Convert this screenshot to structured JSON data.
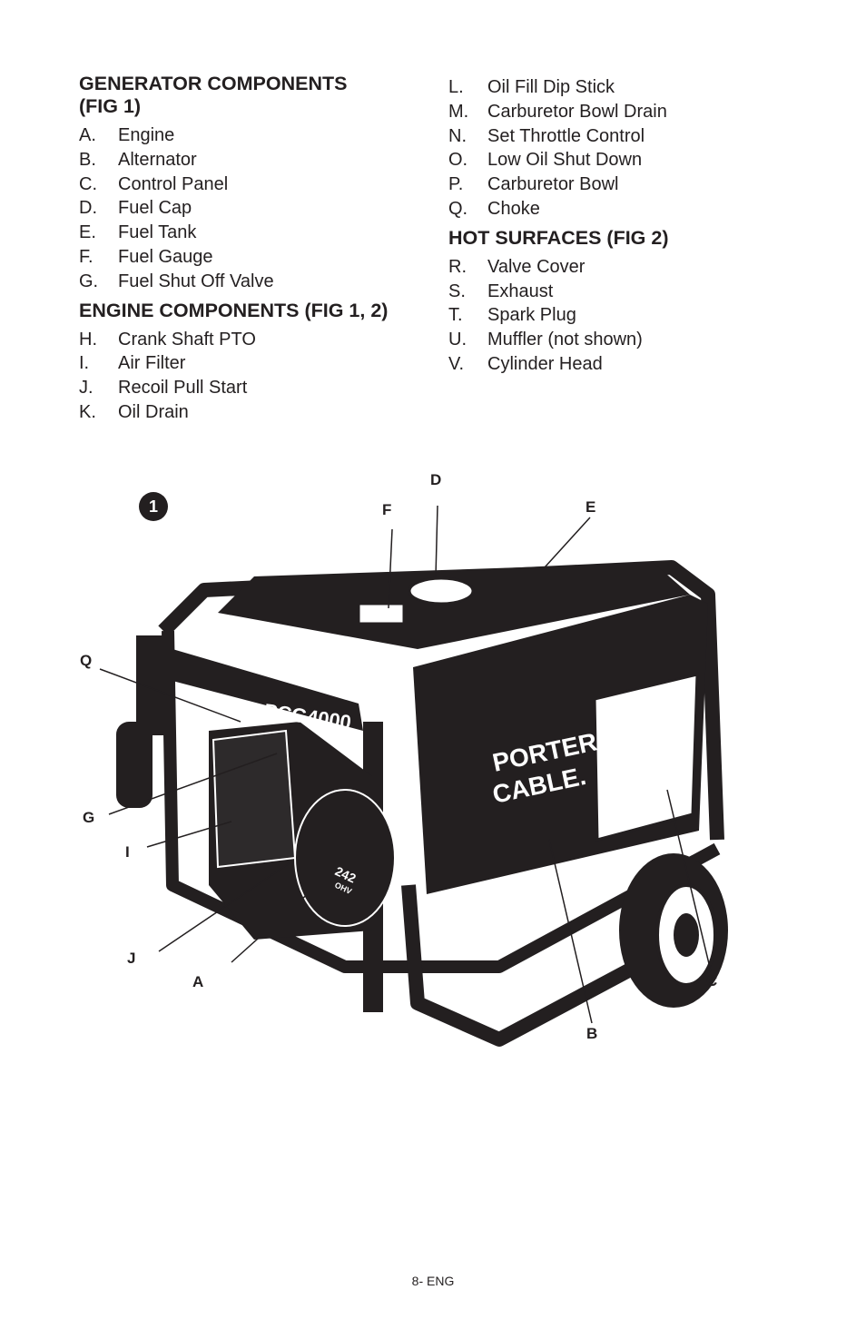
{
  "sections_left": [
    {
      "title": "GENERATOR COMPONENTS (FIG 1)",
      "items": [
        {
          "letter": "A.",
          "label": "Engine"
        },
        {
          "letter": "B.",
          "label": "Alternator"
        },
        {
          "letter": "C.",
          "label": "Control Panel"
        },
        {
          "letter": "D.",
          "label": "Fuel Cap"
        },
        {
          "letter": "E.",
          "label": "Fuel Tank"
        },
        {
          "letter": "F.",
          "label": "Fuel Gauge"
        },
        {
          "letter": "G.",
          "label": "Fuel Shut Off Valve"
        }
      ]
    },
    {
      "title": "ENGINE COMPONENTS (FIG 1, 2)",
      "items": [
        {
          "letter": "H.",
          "label": "Crank Shaft PTO"
        },
        {
          "letter": "I.",
          "label": "Air Filter"
        },
        {
          "letter": "J.",
          "label": "Recoil Pull Start"
        },
        {
          "letter": "K.",
          "label": "Oil Drain"
        }
      ]
    }
  ],
  "sections_right": [
    {
      "title": "",
      "items": [
        {
          "letter": "L.",
          "label": "Oil Fill Dip Stick"
        },
        {
          "letter": "M.",
          "label": "Carburetor Bowl Drain"
        },
        {
          "letter": "N.",
          "label": "Set Throttle Control"
        },
        {
          "letter": "O.",
          "label": "Low Oil Shut Down"
        },
        {
          "letter": "P.",
          "label": "Carburetor Bowl"
        },
        {
          "letter": "Q.",
          "label": "Choke"
        }
      ]
    },
    {
      "title": "HOT SURFACES (FIG 2)",
      "items": [
        {
          "letter": "R.",
          "label": "Valve Cover"
        },
        {
          "letter": "S.",
          "label": "Exhaust"
        },
        {
          "letter": "T.",
          "label": "Spark Plug"
        },
        {
          "letter": "U.",
          "label": "Muffler (not shown)"
        },
        {
          "letter": "V.",
          "label": "Cylinder Head"
        }
      ]
    }
  ],
  "figure": {
    "number": "1",
    "brand_top": "PORTER ✚ CABLE.",
    "model": "PCG4000",
    "brand_side_1": "PORTER",
    "brand_side_2": "CABLE.",
    "engine_badge": "242",
    "engine_badge_sub": "OHV",
    "callouts": [
      "D",
      "F",
      "E",
      "Q",
      "G",
      "I",
      "J",
      "A",
      "B",
      "C"
    ]
  },
  "footer": "8- ENG"
}
